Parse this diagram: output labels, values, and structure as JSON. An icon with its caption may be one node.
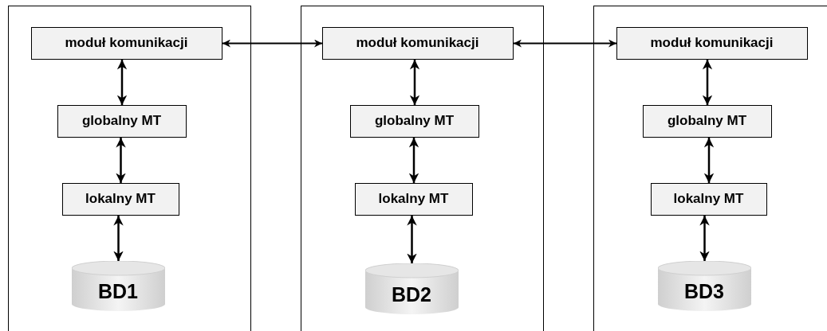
{
  "diagram": {
    "nodes": [
      {
        "text": [],
        "shape": "box"
      },
      {
        "text": [
          "moduł komunikacji"
        ],
        "in": 0
      },
      {
        "text": [
          "globalny MT"
        ],
        "in": 0
      },
      {
        "text": [
          "lokalny MT"
        ],
        "in": 0
      },
      {
        "text": [
          "BD1"
        ],
        "in": 0
      },
      {
        "text": [],
        "shape": "box"
      },
      {
        "text": [
          "moduł komunikacji"
        ],
        "in": 5
      },
      {
        "text": [
          "globalny MT"
        ],
        "in": 5
      },
      {
        "text": [
          "lokalny MT"
        ],
        "in": 5
      },
      {
        "text": [
          "BD2"
        ],
        "in": 5
      },
      {
        "text": [],
        "shape": "box"
      },
      {
        "text": [
          "moduł komunikacji"
        ],
        "in": 10
      },
      {
        "text": [
          "globalny MT"
        ],
        "in": 10
      },
      {
        "text": [
          "lokalny MT"
        ],
        "in": 10
      },
      {
        "text": [
          "BD3"
        ],
        "in": 10
      }
    ],
    "edges": [
      {
        "from": 1,
        "to": 6,
        "arrow": "both"
      },
      {
        "from": 6,
        "to": 11,
        "arrow": "both"
      },
      {
        "from": 1,
        "to": 2,
        "arrow": "both"
      },
      {
        "from": 2,
        "to": 3,
        "arrow": "both"
      },
      {
        "from": 3,
        "to": 4,
        "arrow": "both"
      },
      {
        "from": 6,
        "to": 7,
        "arrow": "both"
      },
      {
        "from": 7,
        "to": 8,
        "arrow": "both"
      },
      {
        "from": 8,
        "to": 9,
        "arrow": "both"
      },
      {
        "from": 11,
        "to": 12,
        "arrow": "both"
      },
      {
        "from": 12,
        "to": 13,
        "arrow": "both"
      },
      {
        "from": 13,
        "to": 14,
        "arrow": "both"
      }
    ]
  }
}
